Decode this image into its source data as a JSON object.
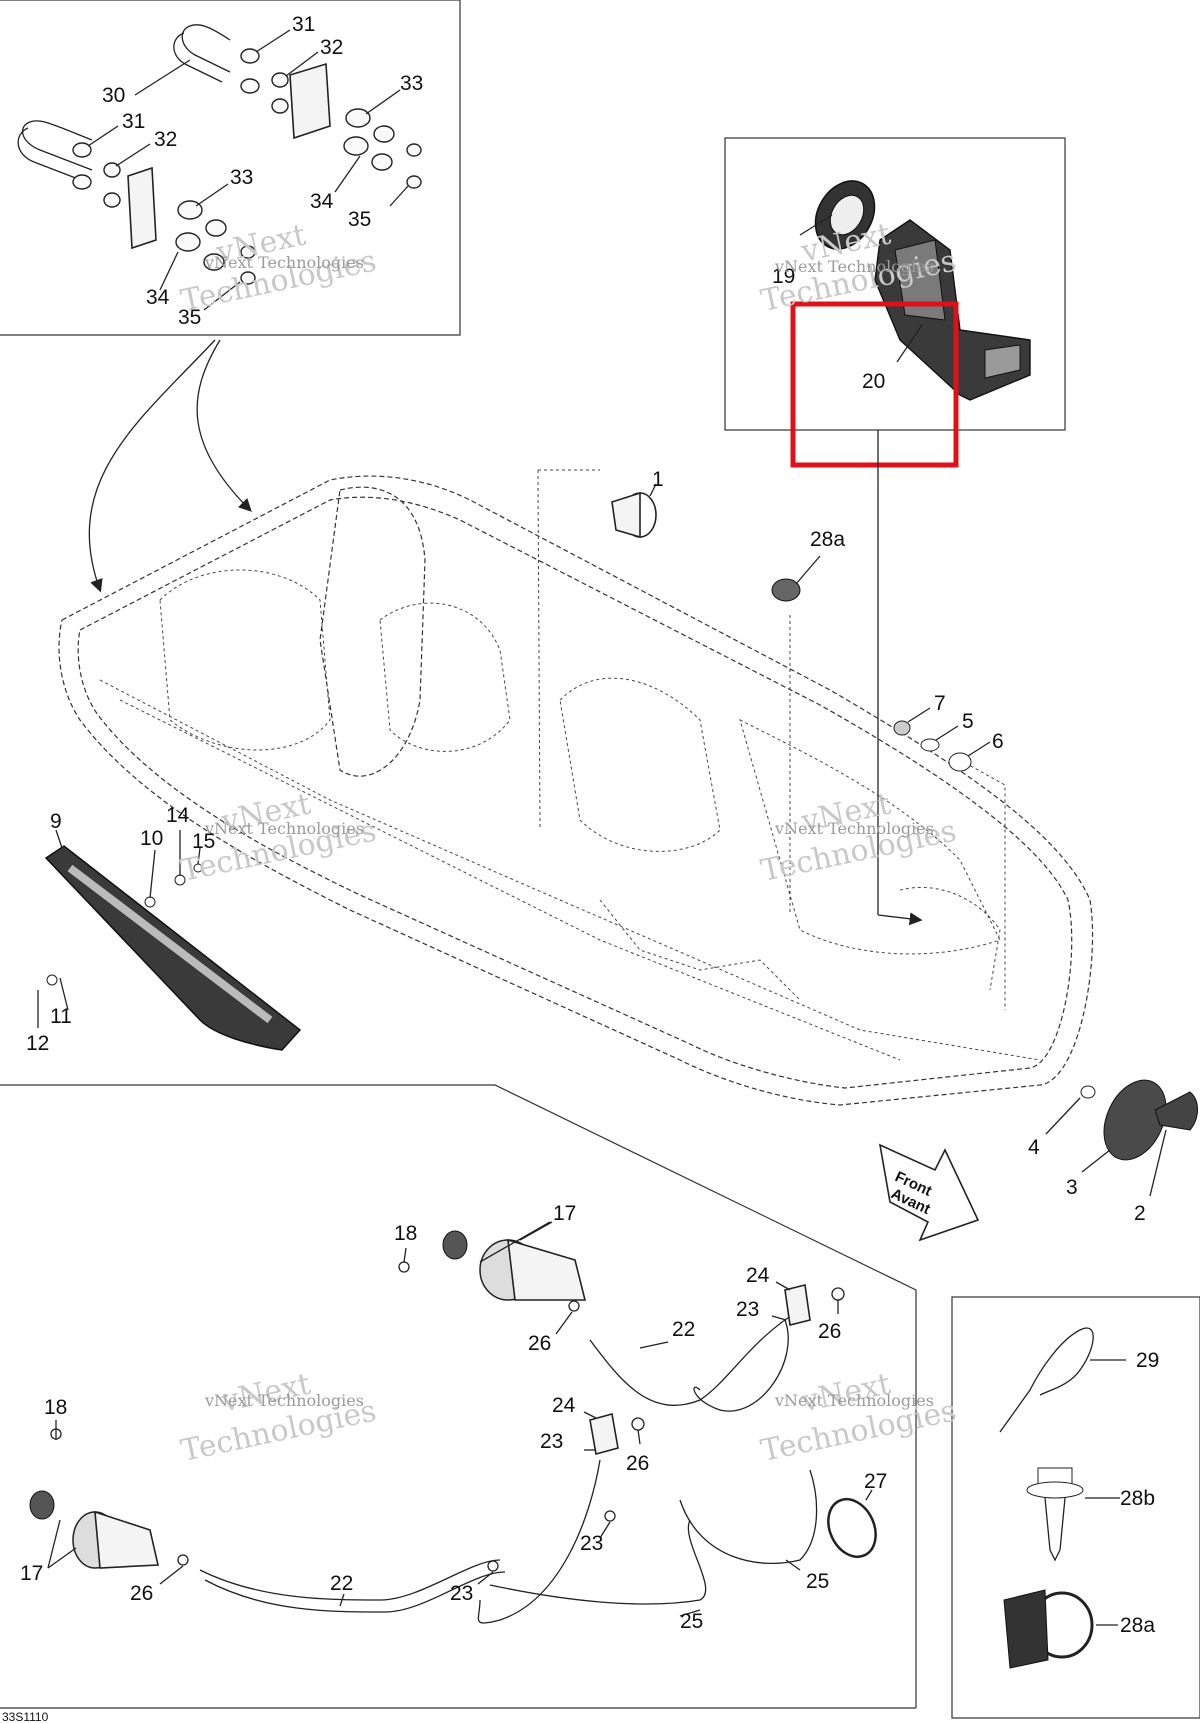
{
  "diagram": {
    "callouts": {
      "n31a": "31",
      "n32a": "32",
      "n33a": "33",
      "n30": "30",
      "n31b": "31",
      "n32b": "32",
      "n33b": "33",
      "n34a": "34",
      "n35a": "35",
      "n34b": "34",
      "n35b": "35",
      "n19": "19",
      "n20": "20",
      "n1": "1",
      "n28a_top": "28a",
      "n7": "7",
      "n5": "5",
      "n6": "6",
      "n9": "9",
      "n14": "14",
      "n10": "10",
      "n15": "15",
      "n11": "11",
      "n12": "12",
      "n4": "4",
      "n3": "3",
      "n2": "2",
      "n17a": "17",
      "n18a": "18",
      "n26a": "26",
      "n22a": "22",
      "n24a": "24",
      "n23a": "23",
      "n26b": "26",
      "n18b": "18",
      "n24b": "24",
      "n23b": "23",
      "n26c": "26",
      "n27": "27",
      "n17b": "17",
      "n26d": "26",
      "n22b": "22",
      "n23c": "23",
      "n23d": "23",
      "n25a": "25",
      "n25b": "25",
      "n29": "29",
      "n28b": "28b",
      "n28a_bot": "28a"
    },
    "front_arrow": {
      "line1": "Front",
      "line2": "Avant"
    },
    "figure_code": "33S1110",
    "watermark": {
      "line1": "vNext",
      "line2": "Technologies",
      "small": "vNext Technologies"
    },
    "highlight_color": "#e0101a"
  }
}
